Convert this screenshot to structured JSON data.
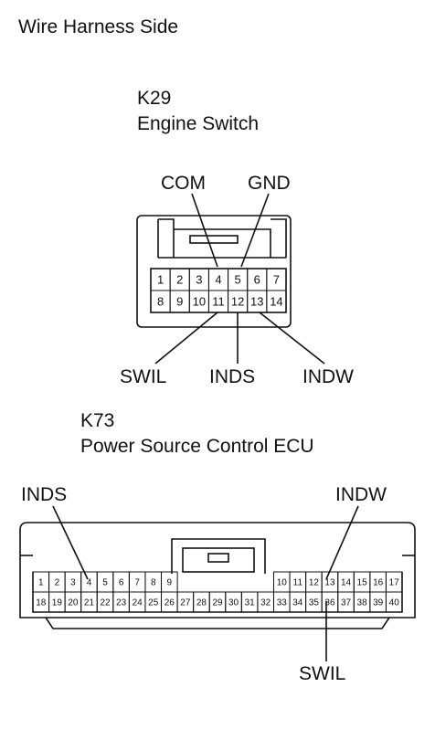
{
  "header": {
    "title": "Wire Harness Side"
  },
  "k29": {
    "code": "K29",
    "name": "Engine Switch",
    "top_pins": [
      "1",
      "2",
      "3",
      "4",
      "5",
      "6",
      "7"
    ],
    "bottom_pins": [
      "8",
      "9",
      "10",
      "11",
      "12",
      "13",
      "14"
    ],
    "labels": {
      "com": "COM",
      "gnd": "GND",
      "swil": "SWIL",
      "inds": "INDS",
      "indw": "INDW"
    }
  },
  "k73": {
    "code": "K73",
    "name": "Power Source Control ECU",
    "top_pins_left": [
      "1",
      "2",
      "3",
      "4",
      "5",
      "6",
      "7",
      "8",
      "9"
    ],
    "top_pins_right": [
      "10",
      "11",
      "12",
      "13",
      "14",
      "15",
      "16",
      "17"
    ],
    "bottom_pins": [
      "18",
      "19",
      "20",
      "21",
      "22",
      "23",
      "24",
      "25",
      "26",
      "27",
      "28",
      "29",
      "30",
      "31",
      "32",
      "33",
      "34",
      "35",
      "36",
      "37",
      "38",
      "39",
      "40"
    ],
    "labels": {
      "inds": "INDS",
      "indw": "INDW",
      "swil": "SWIL"
    }
  }
}
